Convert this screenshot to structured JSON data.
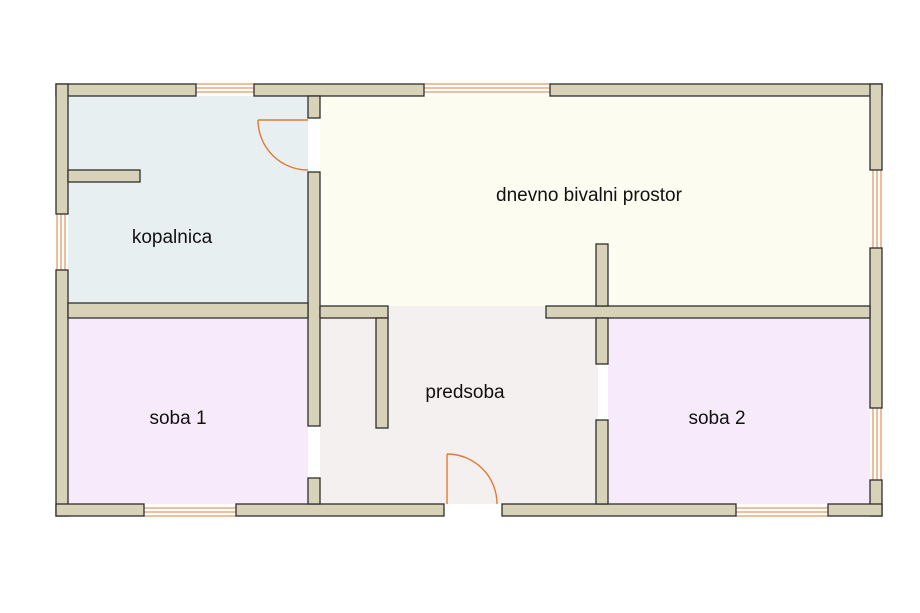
{
  "rooms": {
    "kopalnica": {
      "label": "kopalnica",
      "fill": "#e8eff1"
    },
    "dnevno": {
      "label": "dnevno bivalni prostor",
      "fill": "#fcfcf0"
    },
    "predsoba": {
      "label": "predsoba",
      "fill": "#f4f0f0"
    },
    "soba1": {
      "label": "soba 1",
      "fill": "#f7ebfb"
    },
    "soba2": {
      "label": "soba 2",
      "fill": "#f7ebfb"
    }
  },
  "colors": {
    "wall_fill": "#d8d2b8",
    "wall_outline": "#2e2e2e",
    "window": "#e49b63",
    "door": "#e07a38"
  }
}
